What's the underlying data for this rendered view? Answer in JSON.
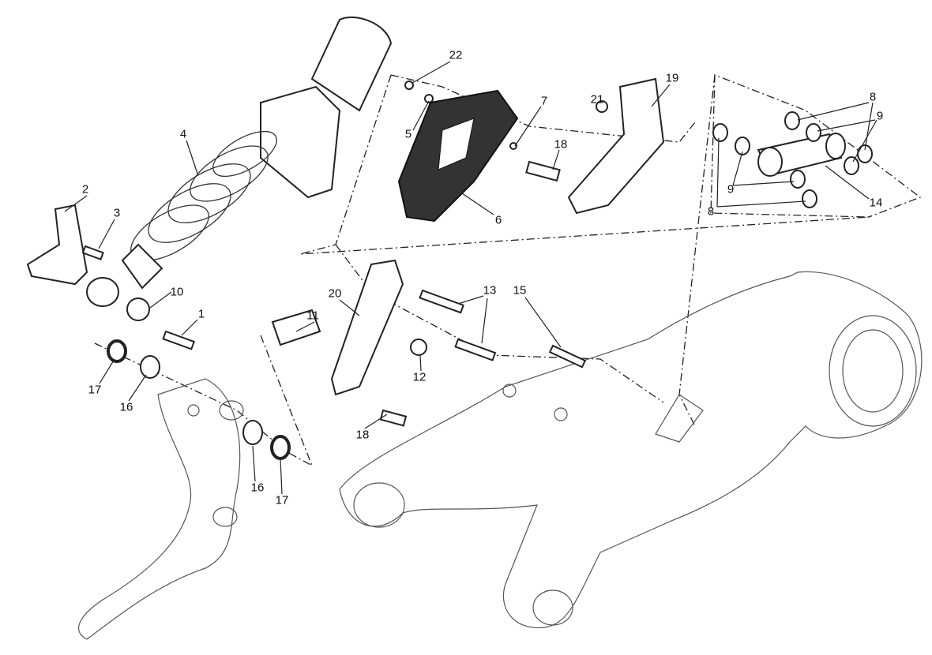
{
  "diagram": {
    "callouts": [
      {
        "id": "c22",
        "text": "22"
      },
      {
        "id": "c5",
        "text": "5"
      },
      {
        "id": "c7",
        "text": "7"
      },
      {
        "id": "c6",
        "text": "6"
      },
      {
        "id": "c18a",
        "text": "18"
      },
      {
        "id": "c21",
        "text": "21"
      },
      {
        "id": "c19",
        "text": "19"
      },
      {
        "id": "c8a",
        "text": "8"
      },
      {
        "id": "c9a",
        "text": "9"
      },
      {
        "id": "c8b",
        "text": "8"
      },
      {
        "id": "c9b",
        "text": "9"
      },
      {
        "id": "c14",
        "text": "14"
      },
      {
        "id": "c4",
        "text": "4"
      },
      {
        "id": "c2",
        "text": "2"
      },
      {
        "id": "c3",
        "text": "3"
      },
      {
        "id": "c10",
        "text": "10"
      },
      {
        "id": "c1",
        "text": "1"
      },
      {
        "id": "c17a",
        "text": "17"
      },
      {
        "id": "c16a",
        "text": "16"
      },
      {
        "id": "c20",
        "text": "20"
      },
      {
        "id": "c11",
        "text": "11"
      },
      {
        "id": "c13",
        "text": "13"
      },
      {
        "id": "c15",
        "text": "15"
      },
      {
        "id": "c12",
        "text": "12"
      },
      {
        "id": "c18b",
        "text": "18"
      },
      {
        "id": "c16b",
        "text": "16"
      },
      {
        "id": "c17b",
        "text": "17"
      }
    ]
  }
}
